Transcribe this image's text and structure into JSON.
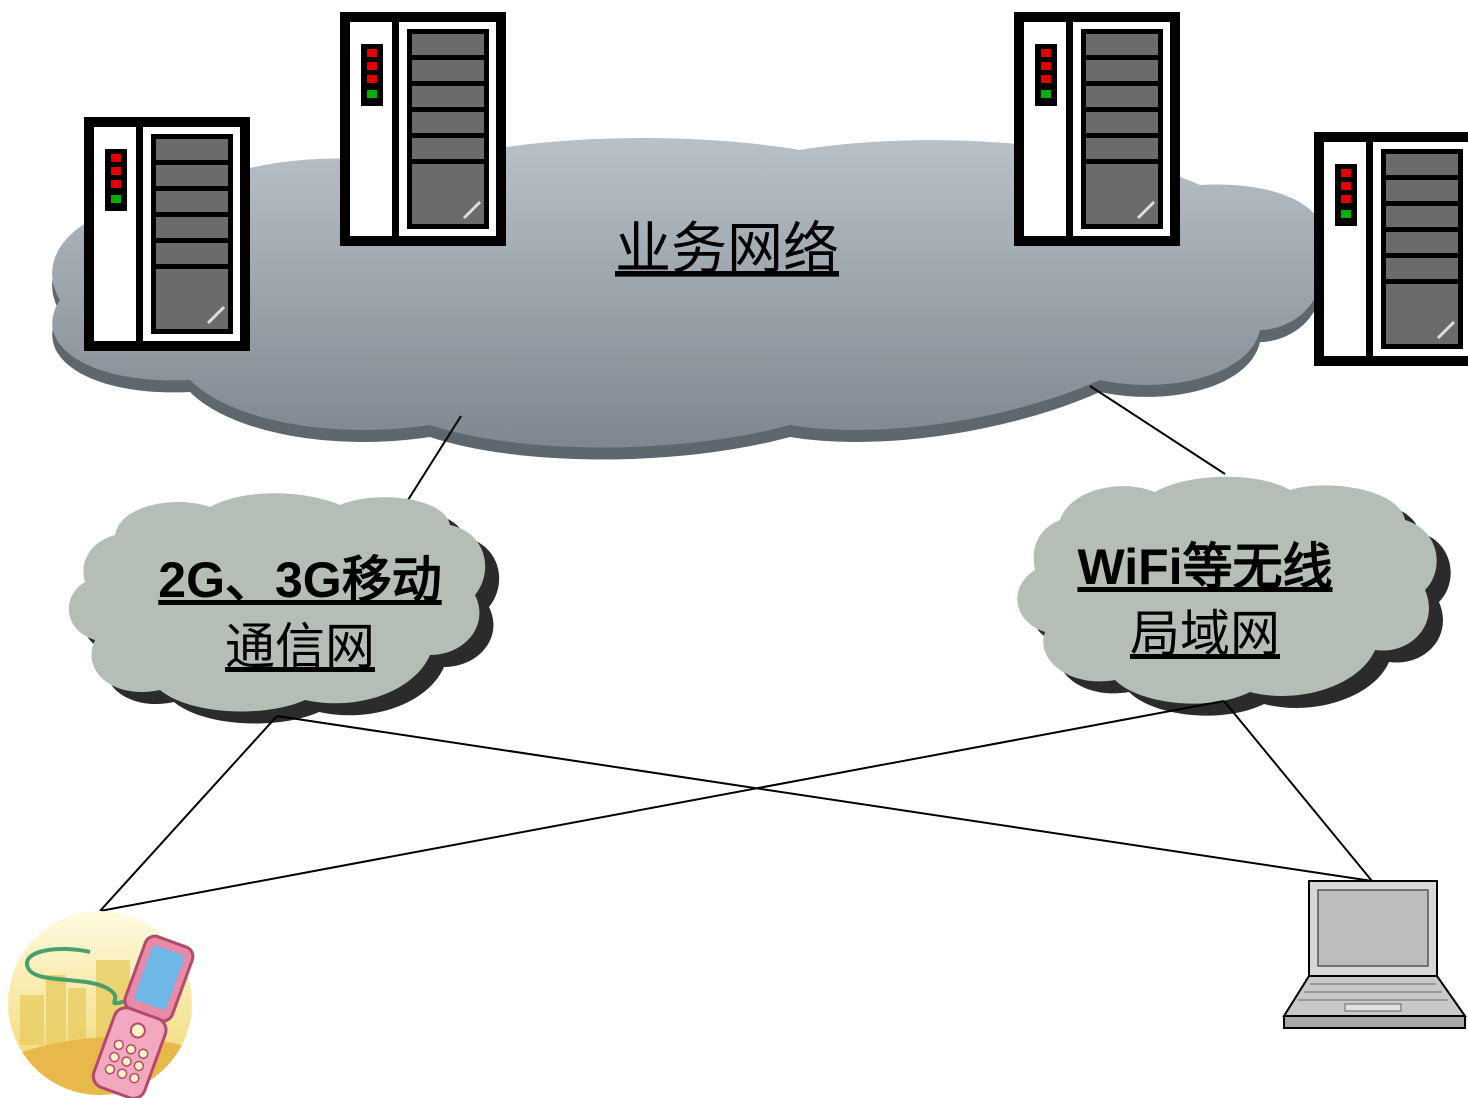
{
  "diagram": {
    "service_network": {
      "label": "业务网络"
    },
    "mobile_network": {
      "label_line1": "2G、3G移动",
      "label_line2": "通信网"
    },
    "wifi_network": {
      "label_line1": "WiFi等无线",
      "label_line2": "局域网"
    },
    "servers": [
      "server-rack-icon",
      "server-rack-icon",
      "server-rack-icon",
      "server-rack-icon"
    ],
    "devices": {
      "phone": "mobile-phone-icon",
      "laptop": "laptop-icon"
    },
    "colors": {
      "big_cloud": "#9aa3ab",
      "small_cloud": "#b4beb6",
      "line": "#000000"
    }
  }
}
